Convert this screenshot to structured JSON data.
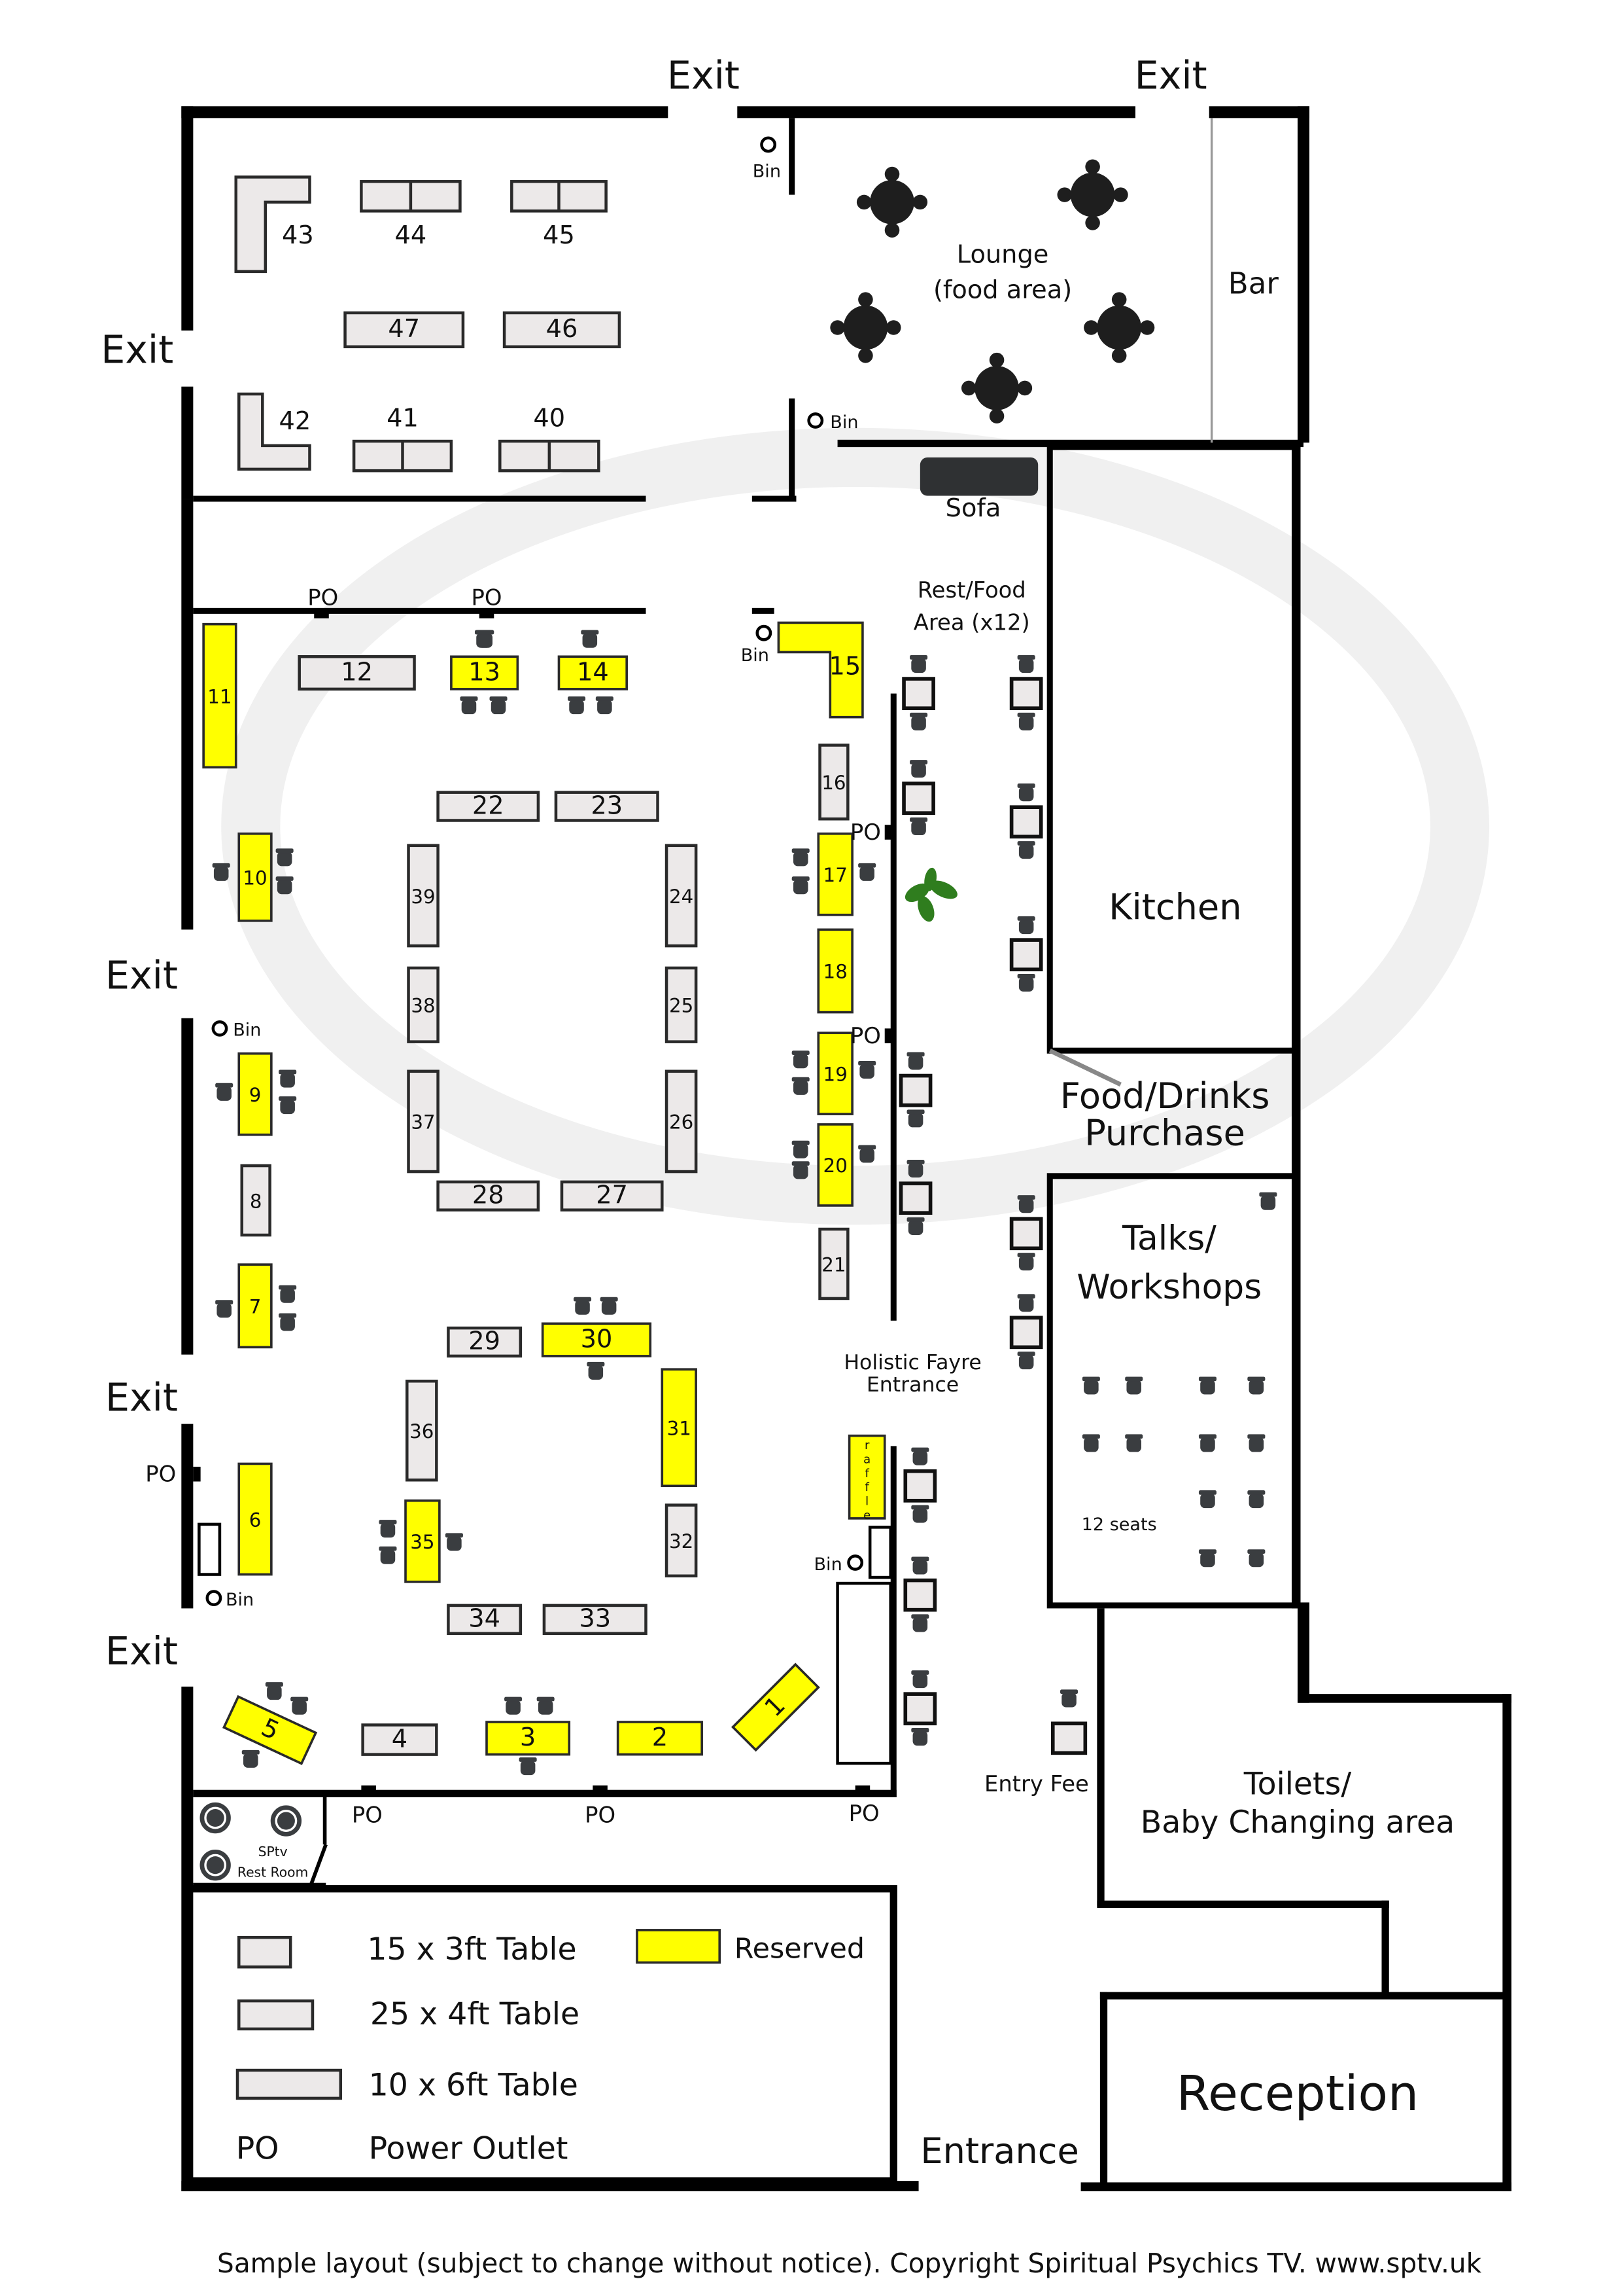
{
  "exits": [
    "Exit",
    "Exit",
    "Exit",
    "Exit",
    "Exit",
    "Exit"
  ],
  "rooms": {
    "lounge": [
      "Lounge",
      "(food area)"
    ],
    "bar": "Bar",
    "sofa": "Sofa",
    "rest_food": [
      "Rest/Food",
      "Area (x12)"
    ],
    "kitchen": "Kitchen",
    "food_drinks": [
      "Food/Drinks",
      "Purchase"
    ],
    "talks": [
      "Talks/",
      "Workshops"
    ],
    "talks_seats": "12 seats",
    "fayre_entrance": [
      "Holistic Fayre",
      "Entrance"
    ],
    "entry_fee": "Entry Fee",
    "toilets": [
      "Toilets/",
      "Baby Changing area"
    ],
    "reception": "Reception",
    "entrance": "Entrance",
    "rest_room": [
      "SPtv",
      "Rest Room"
    ]
  },
  "power_outlet_label": "PO",
  "bin_label": "Bin",
  "raffle": "raffle",
  "tables": [
    {
      "id": "1",
      "reserved": true
    },
    {
      "id": "2",
      "reserved": true
    },
    {
      "id": "3",
      "reserved": true
    },
    {
      "id": "4",
      "reserved": false
    },
    {
      "id": "5",
      "reserved": true
    },
    {
      "id": "6",
      "reserved": true
    },
    {
      "id": "7",
      "reserved": true
    },
    {
      "id": "8",
      "reserved": false
    },
    {
      "id": "9",
      "reserved": true
    },
    {
      "id": "10",
      "reserved": true
    },
    {
      "id": "11",
      "reserved": true
    },
    {
      "id": "12",
      "reserved": false
    },
    {
      "id": "13",
      "reserved": true
    },
    {
      "id": "14",
      "reserved": true
    },
    {
      "id": "15",
      "reserved": true
    },
    {
      "id": "16",
      "reserved": false
    },
    {
      "id": "17",
      "reserved": true
    },
    {
      "id": "18",
      "reserved": true
    },
    {
      "id": "19",
      "reserved": true
    },
    {
      "id": "20",
      "reserved": true
    },
    {
      "id": "21",
      "reserved": false
    },
    {
      "id": "22",
      "reserved": false
    },
    {
      "id": "23",
      "reserved": false
    },
    {
      "id": "24",
      "reserved": false
    },
    {
      "id": "25",
      "reserved": false
    },
    {
      "id": "26",
      "reserved": false
    },
    {
      "id": "27",
      "reserved": false
    },
    {
      "id": "28",
      "reserved": false
    },
    {
      "id": "29",
      "reserved": false
    },
    {
      "id": "30",
      "reserved": true
    },
    {
      "id": "31",
      "reserved": true
    },
    {
      "id": "32",
      "reserved": false
    },
    {
      "id": "33",
      "reserved": false
    },
    {
      "id": "34",
      "reserved": false
    },
    {
      "id": "35",
      "reserved": true
    },
    {
      "id": "36",
      "reserved": false
    },
    {
      "id": "37",
      "reserved": false
    },
    {
      "id": "38",
      "reserved": false
    },
    {
      "id": "39",
      "reserved": false
    },
    {
      "id": "40",
      "reserved": false
    },
    {
      "id": "41",
      "reserved": false
    },
    {
      "id": "42",
      "reserved": false
    },
    {
      "id": "43",
      "reserved": false
    },
    {
      "id": "44",
      "reserved": false
    },
    {
      "id": "45",
      "reserved": false
    },
    {
      "id": "46",
      "reserved": false
    },
    {
      "id": "47",
      "reserved": false
    }
  ],
  "legend": {
    "table_3ft": "15 x 3ft Table",
    "table_4ft": "25 x 4ft Table",
    "table_6ft": "10 x 6ft Table",
    "reserved": "Reserved",
    "po": "PO",
    "po_desc": "Power Outlet"
  },
  "colors": {
    "reserved": "#ffff00",
    "table": "#ece9e9",
    "wall": "#000000"
  },
  "footer": "Sample layout (subject to change without notice). Copyright Spiritual Psychics TV. www.sptv.uk"
}
